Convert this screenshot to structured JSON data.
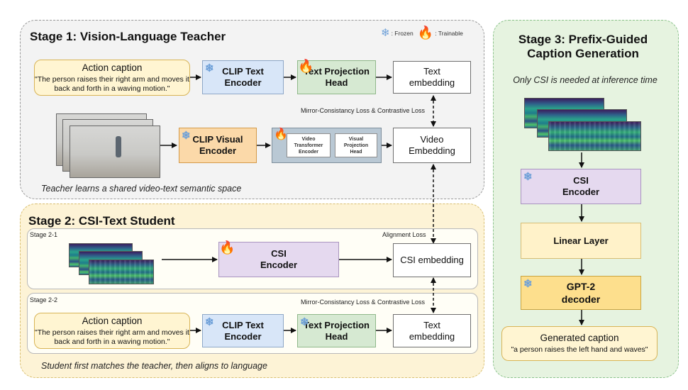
{
  "legend": {
    "frozen": ": Frozen",
    "trainable": ": Trainable",
    "frozen_icon": "snowflake-icon",
    "trainable_icon": "flame-icon"
  },
  "stage1": {
    "title": "Stage 1: Vision-Language Teacher",
    "caption_title": "Action caption",
    "caption_text": "\"The person raises their right arm and moves it back and forth in a waving motion.\"",
    "clip_text_encoder": "CLIP Text Encoder",
    "text_projection_head": "Text Projection Head",
    "text_embedding": "Text embedding",
    "loss": "Mirror-Consistancy Loss & Contrastive Loss",
    "clip_visual_encoder": "CLIP Visual Encoder",
    "video_transformer_encoder": "Video Transformer Encoder",
    "visual_projection_head": "Visual Projection Head",
    "video_embedding": "Video Embedding",
    "note": "Teacher learns a shared video-text semantic space"
  },
  "stage2": {
    "title": "Stage 2: CSI-Text Student",
    "sub1_label": "Stage 2-1",
    "alignment_loss": "Alignment Loss",
    "csi_encoder": "CSI Encoder",
    "csi_embedding": "CSI embedding",
    "sub2_label": "Stage 2-2",
    "loss": "Mirror-Consistancy Loss & Contrastive Loss",
    "caption_title": "Action caption",
    "caption_text": "\"The person raises their right arm and moves it back and forth in a waving motion.\"",
    "clip_text_encoder": "CLIP Text Encoder",
    "text_projection_head": "Text Projection Head",
    "text_embedding": "Text embedding",
    "note": "Student first matches the teacher, then aligns to language"
  },
  "stage3": {
    "title": "Stage 3: Prefix-Guided Caption Generation",
    "note": "Only CSI is needed at inference time",
    "csi_encoder": "CSI Encoder",
    "linear_layer": "Linear Layer",
    "gpt2_decoder": "GPT-2 decoder",
    "generated_title": "Generated caption",
    "generated_text": "\"a person raises the left hand and waves\""
  },
  "colors": {
    "frozen": "#6ea0d8",
    "trainable": "#f08a24",
    "stage1_bg": "#f3f3f3",
    "stage2_bg": "#fdf3d6",
    "stage3_bg": "#e6f3e0"
  }
}
